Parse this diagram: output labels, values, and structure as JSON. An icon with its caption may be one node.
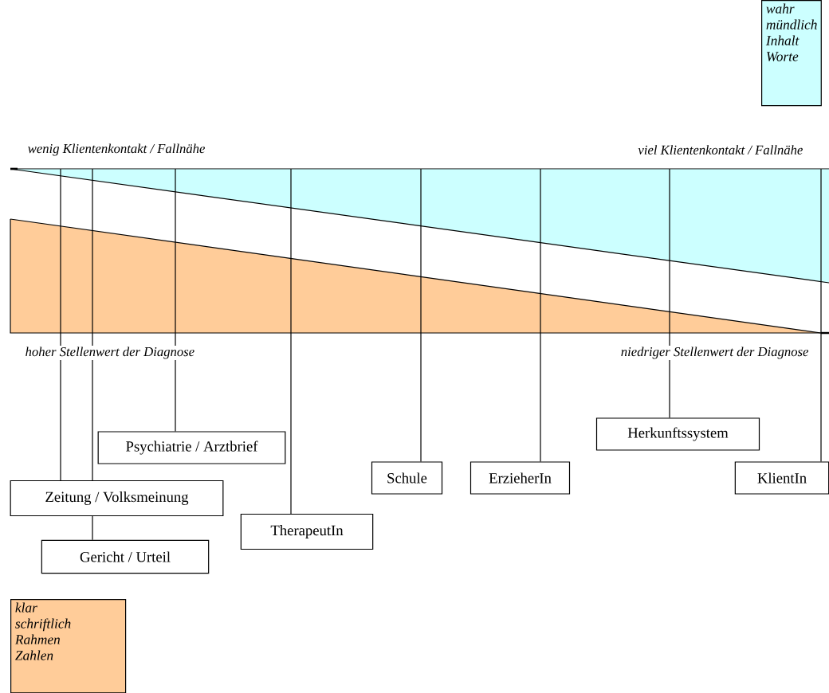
{
  "diagram": {
    "nodes": [
      {
        "text": [
          "wahr",
          "mündlich",
          "Inhalt",
          "Worte"
        ]
      },
      {
        "text": [],
        "shape": "box"
      },
      {
        "text": [
          "Psychiatrie / Arztbrief"
        ]
      },
      {
        "text": [
          "Herkunftssystem"
        ]
      },
      {
        "text": [
          "Zeitung / Volksmeinung"
        ]
      },
      {
        "text": [
          "Schule"
        ]
      },
      {
        "text": [
          "ErzieherIn"
        ]
      },
      {
        "text": [
          "KlientIn"
        ]
      },
      {
        "text": [
          "TherapeutIn"
        ]
      },
      {
        "text": [
          "Gericht / Urteil"
        ]
      },
      {
        "text": [
          "klar",
          "schriftlich",
          "Rahmen",
          "Zahlen"
        ]
      }
    ],
    "edges": [
      {
        "from": 4,
        "to": 1,
        "arrow": "none"
      },
      {
        "from": 4,
        "to": 1,
        "arrow": "none"
      },
      {
        "from": 9,
        "to": 4,
        "arrow": "none"
      },
      {
        "from": 2,
        "to": 1,
        "arrow": "none"
      },
      {
        "from": 8,
        "to": 1,
        "arrow": "none"
      },
      {
        "from": 5,
        "to": 1,
        "arrow": "none"
      },
      {
        "from": 6,
        "to": 1,
        "arrow": "none"
      },
      {
        "from": 3,
        "to": 1,
        "arrow": "none"
      },
      {
        "from": 7,
        "to": 1,
        "arrow": "none"
      }
    ],
    "labels": [
      "wenig Klientenkontakt / Fallnähe",
      "viel Klientenkontakt / Fallnähe",
      "hoher Stellenwert der Diagnose",
      "niedriger Stellenwert der Diagnose"
    ]
  }
}
